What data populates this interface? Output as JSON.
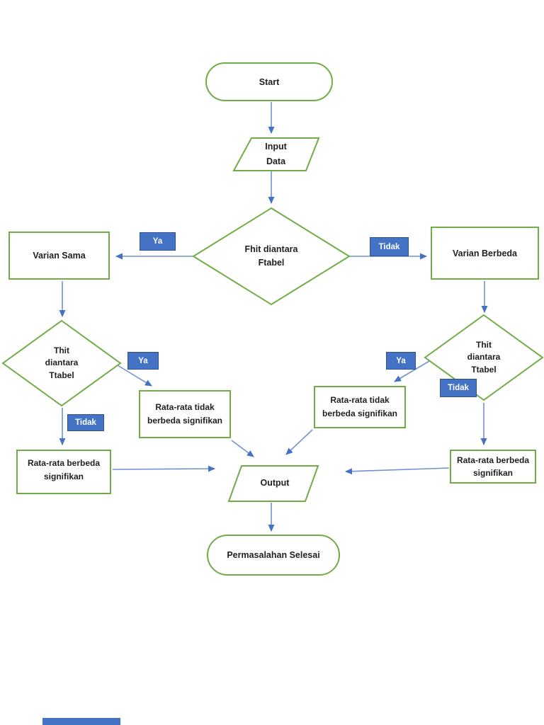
{
  "colors": {
    "shape_border": "#70AD47",
    "arrow_line": "#7191CF",
    "arrow_head": "#4472C4",
    "badge_bg": "#4472C4",
    "badge_border": "#2F528F",
    "badge_text": "#FFFFFF",
    "node_text": "#1F1F1F"
  },
  "nodes": {
    "start": {
      "label": "Start"
    },
    "input": {
      "line1": "Input",
      "line2": "Data"
    },
    "decision_f": {
      "line1": "Fhit diantara",
      "line2": "Ftabel"
    },
    "varian_sama": {
      "label": "Varian Sama"
    },
    "varian_berbeda": {
      "label": "Varian Berbeda"
    },
    "decision_t_left": {
      "line1": "Thit",
      "line2": "diantara",
      "line3": "Ttabel"
    },
    "decision_t_right": {
      "line1": "Thit",
      "line2": "diantara",
      "line3": "Ttabel"
    },
    "left_tidak_berbeda": {
      "line1": "Rata-rata tidak",
      "line2": "berbeda signifikan"
    },
    "left_berbeda": {
      "line1": "Rata-rata berbeda",
      "line2": "signifikan"
    },
    "right_tidak_berbeda": {
      "line1": "Rata-rata tidak",
      "line2": "berbeda signifikan"
    },
    "right_berbeda": {
      "line1": "Rata-rata berbeda",
      "line2": "signifikan"
    },
    "output": {
      "label": "Output"
    },
    "end": {
      "label": "Permasalahan Selesai"
    }
  },
  "badges": {
    "ya_f": "Ya",
    "tidak_f": "Tidak",
    "ya_t_left": "Ya",
    "tidak_t_left": "Tidak",
    "ya_t_right": "Ya",
    "tidak_t_right": "Tidak"
  }
}
